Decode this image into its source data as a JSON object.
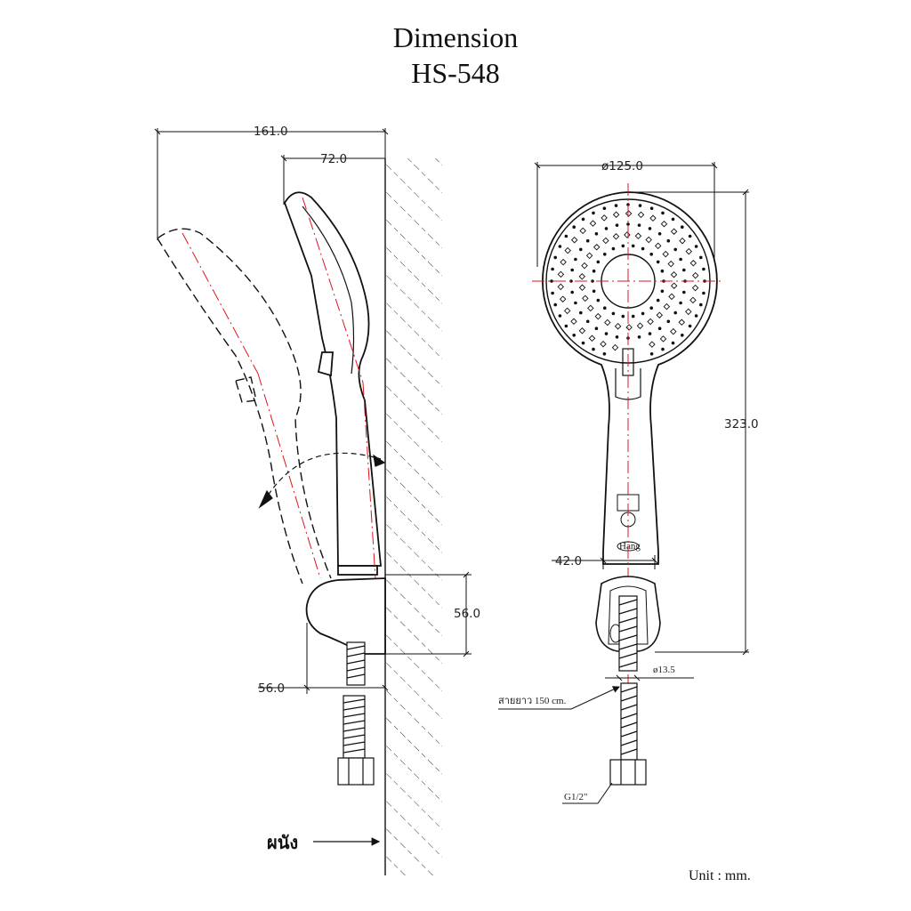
{
  "title": "Dimension",
  "model": "HS-548",
  "side_view": {
    "dim_total_width": "161.0",
    "dim_head_width": "72.0",
    "dim_bracket_height": "56.0",
    "dim_bracket_depth": "56.0",
    "wall_label": "ผนัง"
  },
  "front_view": {
    "dim_head_diameter": "ø125.0",
    "dim_total_height": "323.0",
    "dim_handle_width": "42.0",
    "dim_hose_diameter": "ø13.5",
    "hose_length_label": "สายยาว 150  cm.",
    "thread_label": "G1/2\"",
    "brand_label": "Hang"
  },
  "unit_label": "Unit : mm.",
  "colors": {
    "line": "#111111",
    "centerline": "#e0141e",
    "hatch": "#333333"
  }
}
